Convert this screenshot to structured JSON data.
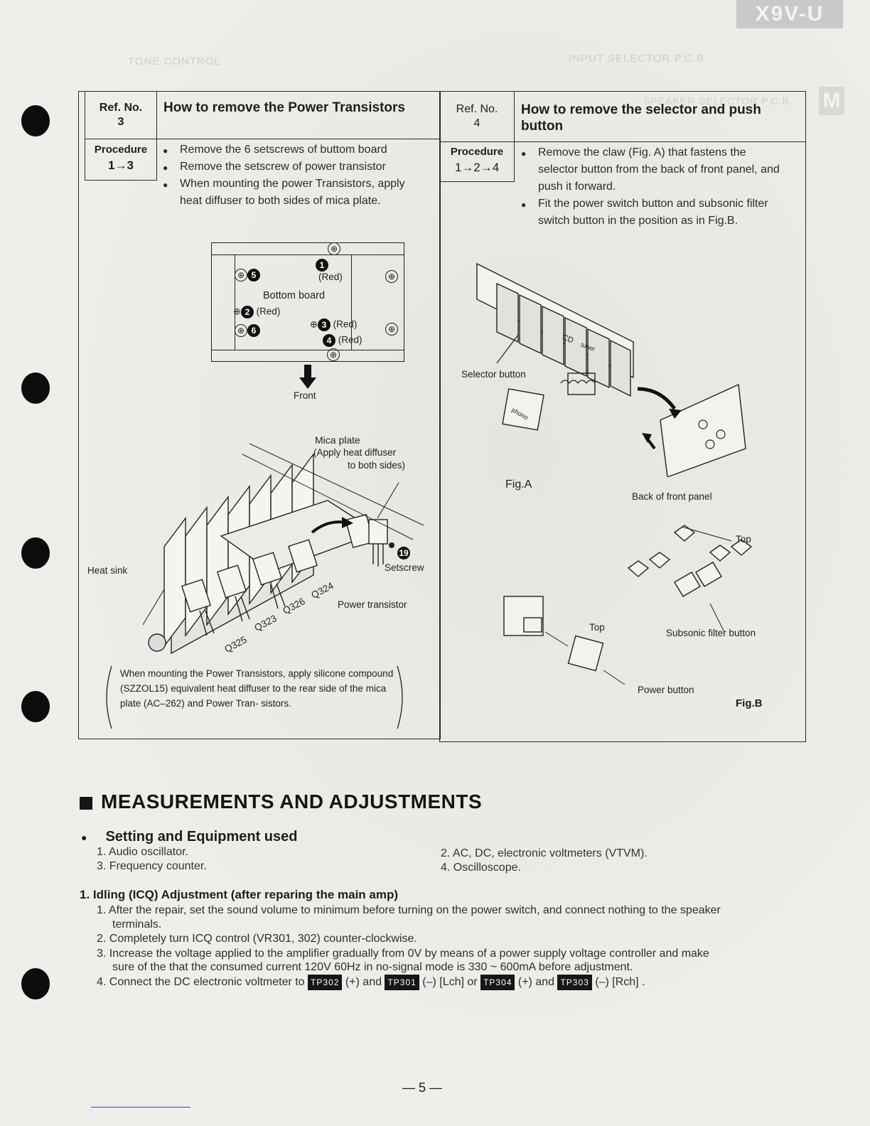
{
  "header_tag": "X9V-U",
  "ghost_left": "TONE CONTROL",
  "ghost_right": "INPUT SELECTOR P.C.B",
  "ghost_mid": "SPEAKER SELECTOR P.C.B.",
  "side_tag": "M",
  "left_panel": {
    "ref_label": "Ref. No.",
    "ref_value": "3",
    "title": "How to remove the Power Transistors",
    "procedure_label": "Procedure",
    "procedure_seq": "1→3",
    "steps": [
      "Remove the 6 setscrews of buttom board",
      "Remove the setscrew of power transistor",
      "When mounting the power Transistors, apply heat diffuser to both sides of mica plate."
    ],
    "diagram": {
      "board_label": "Bottom board",
      "red": "(Red)",
      "n1": "1",
      "n2": "2",
      "n3": "3",
      "n4": "4",
      "n5": "5",
      "n6": "6",
      "front": "Front",
      "mica": "Mica plate",
      "mica_note1": "(Apply heat diffuser",
      "mica_note2": "to both sides)",
      "heat_sink": "Heat sink",
      "setscrew": "Setscrew",
      "setscrew_num": "19",
      "power_transistor": "Power transistor",
      "q325": "Q325",
      "q323": "Q323",
      "q326": "Q326",
      "q324": "Q324"
    },
    "note": "When mounting the Power Transistors, apply silicone compound (SZZOL15) equivalent heat diffuser to the rear side of the mica plate (AC–262) and Power Tran- sistors."
  },
  "right_panel": {
    "ref_label": "Ref. No.",
    "ref_value": "4",
    "title": "How to remove the selector and push button",
    "procedure_label": "Procedure",
    "procedure_seq": "1→2→4",
    "steps": [
      "Remove the claw (Fig. A) that fastens the selector button from the back of front panel, and push it forward.",
      "Fit the power switch button and subsonic filter switch button in the position as in Fig.B."
    ],
    "diagram": {
      "selector_button": "Selector button",
      "fig_a": "Fig.A",
      "back_panel": "Back of front panel",
      "top1": "Top",
      "top2": "Top",
      "subsonic": "Subsonic filter button",
      "power_button": "Power button",
      "fig_b": "Fig.B",
      "cd": "CD",
      "tuner": "tuner",
      "phono": "phono"
    }
  },
  "section": {
    "title": "MEASUREMENTS AND ADJUSTMENTS",
    "setting_title": "Setting and Equipment used",
    "equipment": [
      "1. Audio oscillator.",
      "2. AC, DC, electronic voltmeters (VTVM).",
      "3. Frequency counter.",
      "4. Oscilloscope."
    ],
    "idling_title": "1. Idling (ICQ) Adjustment (after reparing the main amp)",
    "steps": [
      "1. After the repair, set the sound volume to minimum before turning on the power switch, and connect nothing to the speaker",
      "terminals.",
      "2. Completely turn ICQ control (VR301, 302) counter-clockwise.",
      "3. Increase the voltage applied to the amplifier gradually from 0V by means of a power supply voltage controller and make",
      "sure of the that the consumed current 120V 60Hz in no-signal mode is 330 ~ 600mA before adjustment."
    ],
    "step4": {
      "prefix": "4. Connect the DC electronic voltmeter to",
      "tp302": "TP302",
      "t1": "(+) and",
      "tp301": "TP301",
      "t2": "(–) [Lch] or",
      "tp304": "TP304",
      "t3": "(+) and",
      "tp303": "TP303",
      "t4": "(–) [Rch] ."
    }
  },
  "page_number": "— 5 —"
}
